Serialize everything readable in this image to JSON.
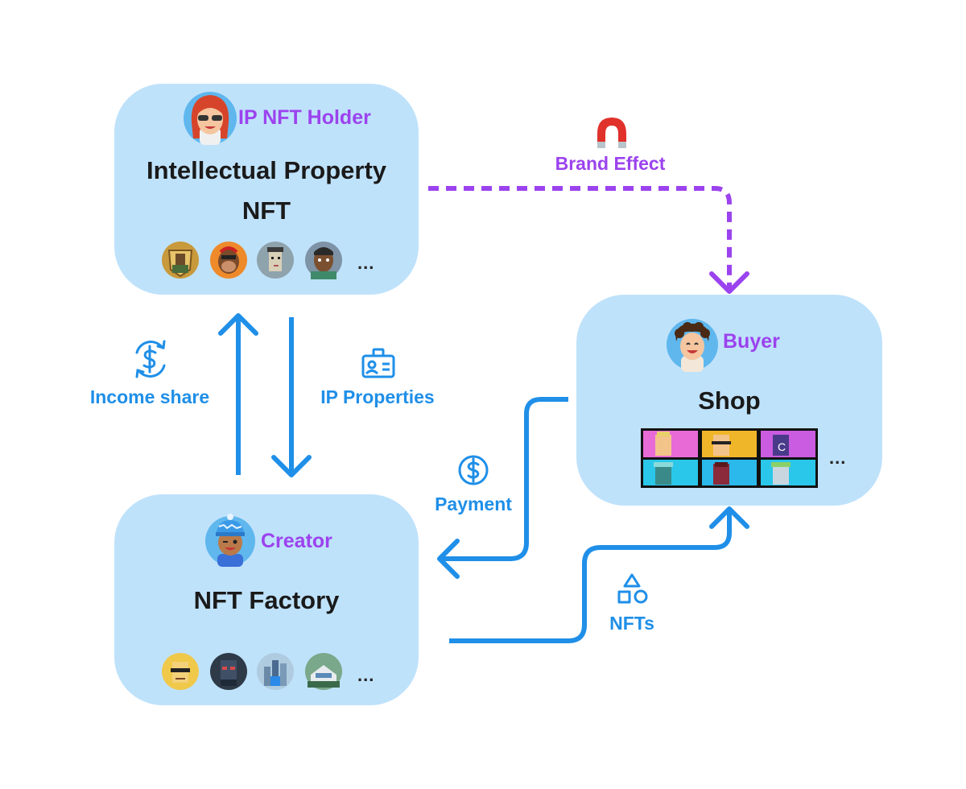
{
  "nodes": {
    "ip": {
      "role": "IP NFT Holder",
      "title_line1": "Intellectual Property",
      "title_line2": "NFT",
      "more": "..."
    },
    "shop": {
      "role": "Buyer",
      "title": "Shop",
      "more": "..."
    },
    "factory": {
      "role": "Creator",
      "title": "NFT Factory",
      "more": "..."
    }
  },
  "edges": {
    "brand_effect": "Brand Effect",
    "income_share": "Income share",
    "ip_properties": "IP Properties",
    "payment": "Payment",
    "nfts": "NFTs"
  },
  "colors": {
    "card": "#bfe2fb",
    "arrow_blue": "#1f8fe8",
    "arrow_purple": "#9b43ee",
    "role_text": "#9b43ee"
  },
  "icons": {
    "brand_effect": "magnet-icon",
    "income_share": "dollar-refresh-icon",
    "ip_properties": "id-card-icon",
    "payment": "dollar-circle-icon",
    "nfts": "shapes-icon"
  }
}
